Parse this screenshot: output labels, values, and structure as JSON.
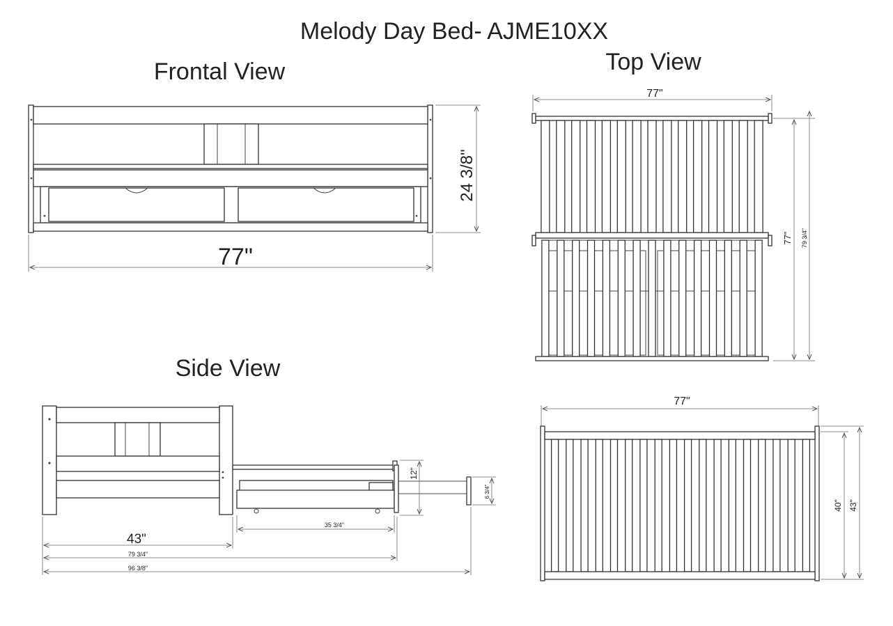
{
  "title": "Melody Day Bed- AJME10XX",
  "views": {
    "frontal": {
      "title": "Frontal View",
      "width_label": "77\"",
      "height_label": "24 3/8\""
    },
    "top": {
      "title": "Top View",
      "width_label": "77\"",
      "length_label": "77\"",
      "length_full_label": "79 3/4\""
    },
    "side": {
      "title": "Side View",
      "depth_label": "43\"",
      "drawer_label": "35 3/4\"",
      "total_label": "79 3/4\"",
      "extended_label": "96 3/8\"",
      "rail_height_label": "12\"",
      "drawer_height_label": "6 3/4\""
    },
    "bottom": {
      "width_label": "77\"",
      "inner_depth_label": "40\"",
      "depth_label": "43\""
    }
  }
}
